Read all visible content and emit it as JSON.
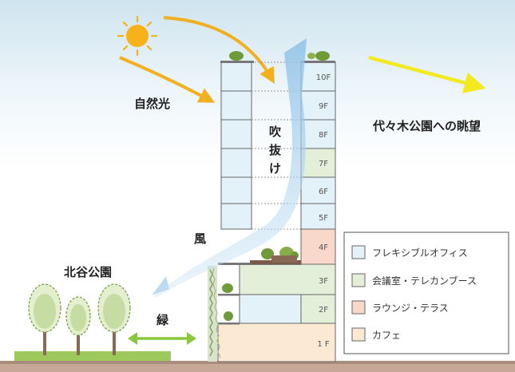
{
  "labels": {
    "natural_light": "自然光",
    "view": "代々木公園への眺望",
    "void_1": "吹",
    "void_2": "抜",
    "void_3": "け",
    "wind": "風",
    "park": "北谷公園",
    "green": "緑"
  },
  "floors": {
    "f10": "10F",
    "f9": "9F",
    "f8": "8F",
    "f7": "7F",
    "f6": "6F",
    "f5": "5F",
    "f4": "4F",
    "f3": "3F",
    "f2": "2F",
    "f1": "1 F"
  },
  "legend": [
    {
      "label": "フレキシブルオフィス",
      "color": "#e3f1f8"
    },
    {
      "label": "会議室・テレカンブース",
      "color": "#e4efd9"
    },
    {
      "label": "ラウンジ・テラス",
      "color": "#f9d8cc"
    },
    {
      "label": "カフェ",
      "color": "#fbe9d3"
    }
  ],
  "colors": {
    "office": "#e3f1f8",
    "meeting": "#e4efd9",
    "lounge": "#f9d8cc",
    "cafe": "#fbe9d3",
    "arrow_sun": "#f0b020",
    "arrow_view": "#f2ea1e",
    "arrow_green": "#8cc63f",
    "wind": "#9ecbea"
  },
  "icons": [
    "sun-icon",
    "tree-icon"
  ]
}
